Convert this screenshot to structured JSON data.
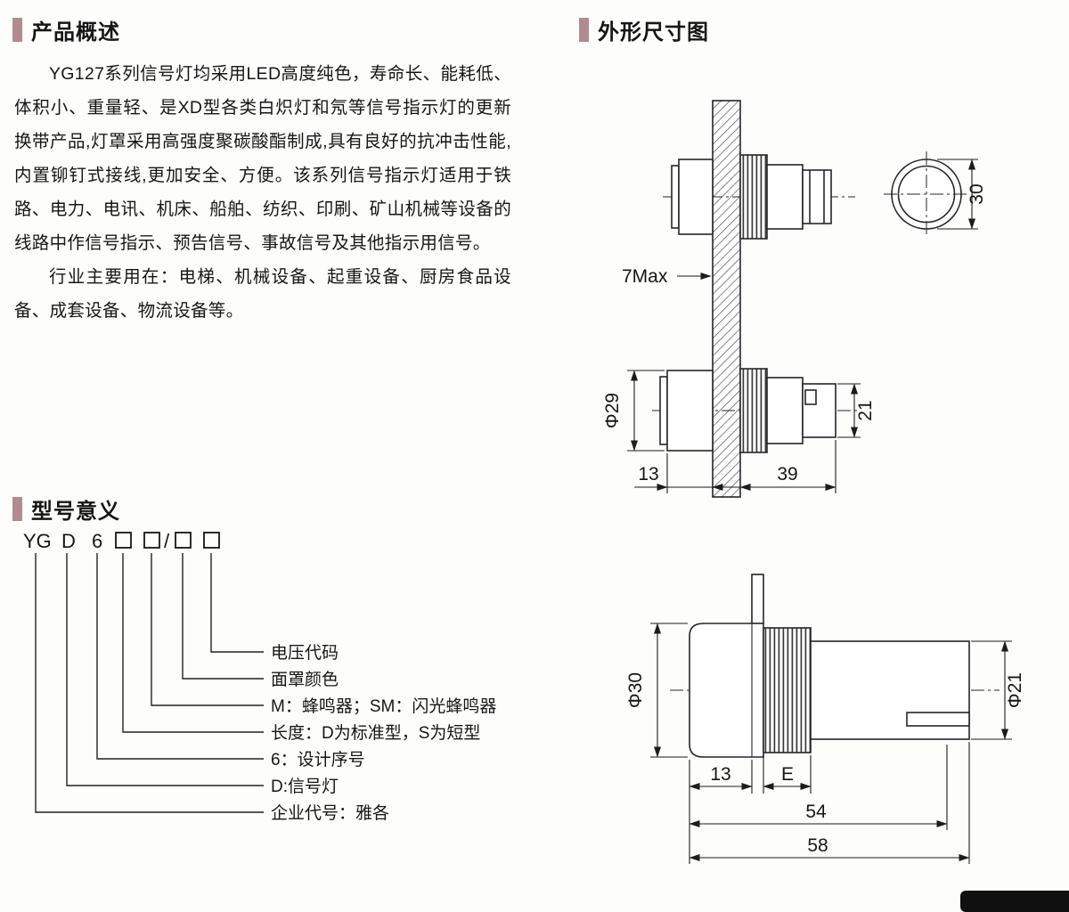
{
  "theme": {
    "accent": "#b28b90",
    "ink": "#161616"
  },
  "overview": {
    "title": "产品概述",
    "paragraphs": [
      "YG127系列信号灯均采用LED高度纯色，寿命长、能耗低、体积小、重量轻、是XD型各类白炽灯和氖等信号指示灯的更新换带产品,灯罩采用高强度聚碳酸酯制成,具有良好的抗冲击性能,内置铆钉式接线,更加安全、方便。该系列信号指示灯适用于铁路、电力、电讯、机床、船舶、纺织、印刷、矿山机械等设备的线路中作信号指示、预告信号、事故信号及其他指示用信号。",
      "行业主要用在：电梯、机械设备、起重设备、厨房食品设备、成套设备、物流设备等。"
    ]
  },
  "model": {
    "title": "型号意义",
    "code": {
      "prefix": "YG",
      "lamp": "D",
      "serial": "6",
      "slash": "/"
    },
    "labels": [
      "电压代码",
      "面罩颜色",
      "M：蜂鸣器；SM：闪光蜂鸣器",
      "长度：D为标准型，S为短型",
      "6：设计序号",
      "D:信号灯",
      "企业代号：雅各"
    ]
  },
  "dims": {
    "title": "外形尺寸图",
    "top_view": {
      "lens_dia": "30",
      "panel_thickness": "7Max",
      "head_dia": "Φ29",
      "rear_height": "21",
      "front_len": "13",
      "rear_len": "39"
    },
    "side_view": {
      "head_dia": "Φ30",
      "body_dia": "Φ21",
      "head_len": "13",
      "grip_len": "E",
      "body_len": "54",
      "total_len": "58"
    }
  }
}
